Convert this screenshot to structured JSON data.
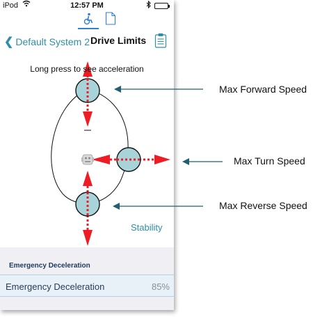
{
  "status_bar": {
    "carrier": "iPod",
    "time": "12:57 PM"
  },
  "tabs": [
    {
      "icon": "wheelchair-icon",
      "active": true
    },
    {
      "icon": "document-icon",
      "active": false
    }
  ],
  "nav": {
    "back_label": "Default System 2",
    "title": "Drive Limits",
    "action_icon": "clipboard-icon"
  },
  "diagram": {
    "hint": "Long press to see acceleration",
    "stability_label": "Stability",
    "center_icon": "robot-icon",
    "arrow_color": "#ee1c24",
    "handle_color": "#a8d4d9"
  },
  "emergency": {
    "section_header": "Emergency Deceleration",
    "row_label": "Emergency Deceleration",
    "row_value": "85%"
  },
  "callouts": {
    "forward": "Max Forward Speed",
    "turn": "Max Turn Speed",
    "reverse": "Max Reverse Speed",
    "pointer_color": "#1f5f70"
  }
}
